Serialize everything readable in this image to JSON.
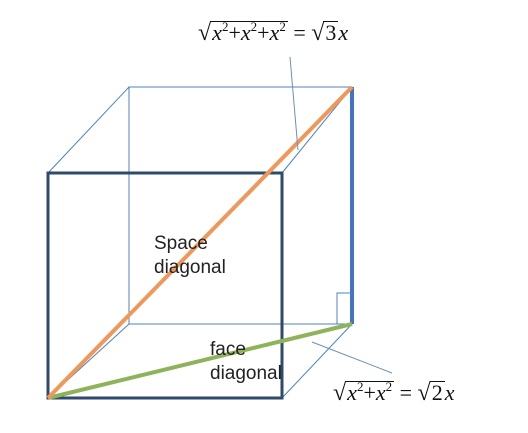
{
  "labels": {
    "space_diagonal": "Space\ndiagonal",
    "face_diagonal": "face\ndiagonal"
  },
  "formulas": {
    "space": {
      "radicand_terms": [
        "x",
        "x",
        "x"
      ],
      "exponent": "2",
      "plus": "+",
      "equals": "=",
      "result_root": "3",
      "result_var": "x"
    },
    "face": {
      "radicand_terms": [
        "x",
        "x"
      ],
      "exponent": "2",
      "plus": "+",
      "equals": "=",
      "result_root": "2",
      "result_var": "x"
    }
  },
  "colors": {
    "front_face": "#2f4a6b",
    "back_edges": "#4f81bd",
    "space_diagonal": "#f0975a",
    "face_diagonal": "#8fb35a",
    "vertical_edge": "#4472c4",
    "leader_line": "#6d8fb3"
  }
}
